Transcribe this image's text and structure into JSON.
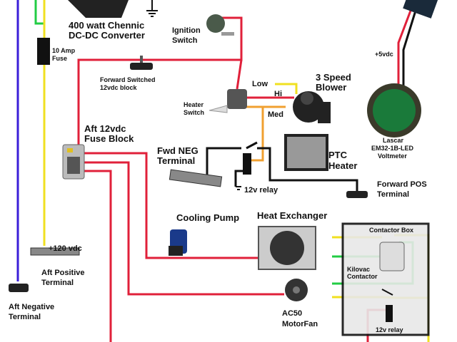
{
  "labels": {
    "converter": [
      "400 watt Chennic",
      "DC-DC Converter"
    ],
    "fuse": [
      "10 Amp",
      "Fuse"
    ],
    "ignition": [
      "Ignition",
      "Switch"
    ],
    "forward_switched": [
      "Forward Switched",
      "12vdc block"
    ],
    "low": "Low",
    "hi": "Hi",
    "med": "Med",
    "blower": [
      "3 Speed",
      "Blower"
    ],
    "plus5": "+5vdc",
    "voltmeter": [
      "Lascar",
      "EM32-1B-LED",
      "Voltmeter"
    ],
    "heater_switch": [
      "Heater",
      "Switch"
    ],
    "aft_fuse_block": [
      "Aft 12vdc",
      "Fuse Block"
    ],
    "fwd_neg": [
      "Fwd NEG",
      "Terminal"
    ],
    "ptc": [
      "PTC",
      "Heater"
    ],
    "relay": "12v relay",
    "forward_pos": [
      "Forward POS",
      "Terminal"
    ],
    "cooling_pump": "Cooling Pump",
    "heat_exchanger": "Heat Exchanger",
    "plus120": "+120 vdc",
    "aft_positive": [
      "Aft Positive",
      "Terminal"
    ],
    "aft_negative": [
      "Aft Negative",
      "Terminal"
    ],
    "fan": [
      "AC50",
      "MotorFan"
    ],
    "contactor_box": "Contactor Box",
    "kilovac": [
      "Kilovac",
      "Contactor"
    ],
    "box_relay": "12v relay"
  },
  "colors": {
    "positive_12v": "#e0203a",
    "hv_positive": "#f0e020",
    "hv_negative": "#3a1fd8",
    "green": "#22cc44",
    "orange": "#f0a030",
    "ground": "#111111"
  }
}
